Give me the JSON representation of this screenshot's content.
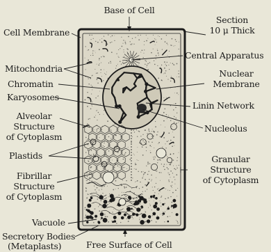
{
  "labels": {
    "base_of_cell": "Base of Cell",
    "section_line1": "Section",
    "section_line2": "10 μ Thick",
    "cell_membrane": "Cell Membrane",
    "central_apparatus": "Central Apparatus",
    "mitochondria": "Mitochondria",
    "nuclear_membrane_line1": "Nuclear",
    "nuclear_membrane_line2": "Membrane",
    "chromatin": "Chromatin",
    "karyosomes": "Karyosomes",
    "linin_network": "Linin Network",
    "alveolar_line1": "Alveolar",
    "alveolar_line2": "Structure",
    "alveolar_line3": "of Cytoplasm",
    "nucleolus": "Nucleolus",
    "plastids": "Plastids",
    "fibrillar_line1": "Fibrillar",
    "fibrillar_line2": "Structure",
    "fibrillar_line3": "of Cytoplasm",
    "granular_line1": "Granular",
    "granular_line2": "Structure",
    "granular_line3": "of Cytoplasm",
    "vacuole": "Vacuole",
    "secretory_line1": "Secretory Bodies",
    "secretory_line2": "(Metaplasts)",
    "free_surface": "Free Surface of Cell"
  },
  "colors": {
    "background": "#e9e7d8",
    "ink": "#1c1c1c",
    "cytoplasm": "#dad6c6"
  }
}
